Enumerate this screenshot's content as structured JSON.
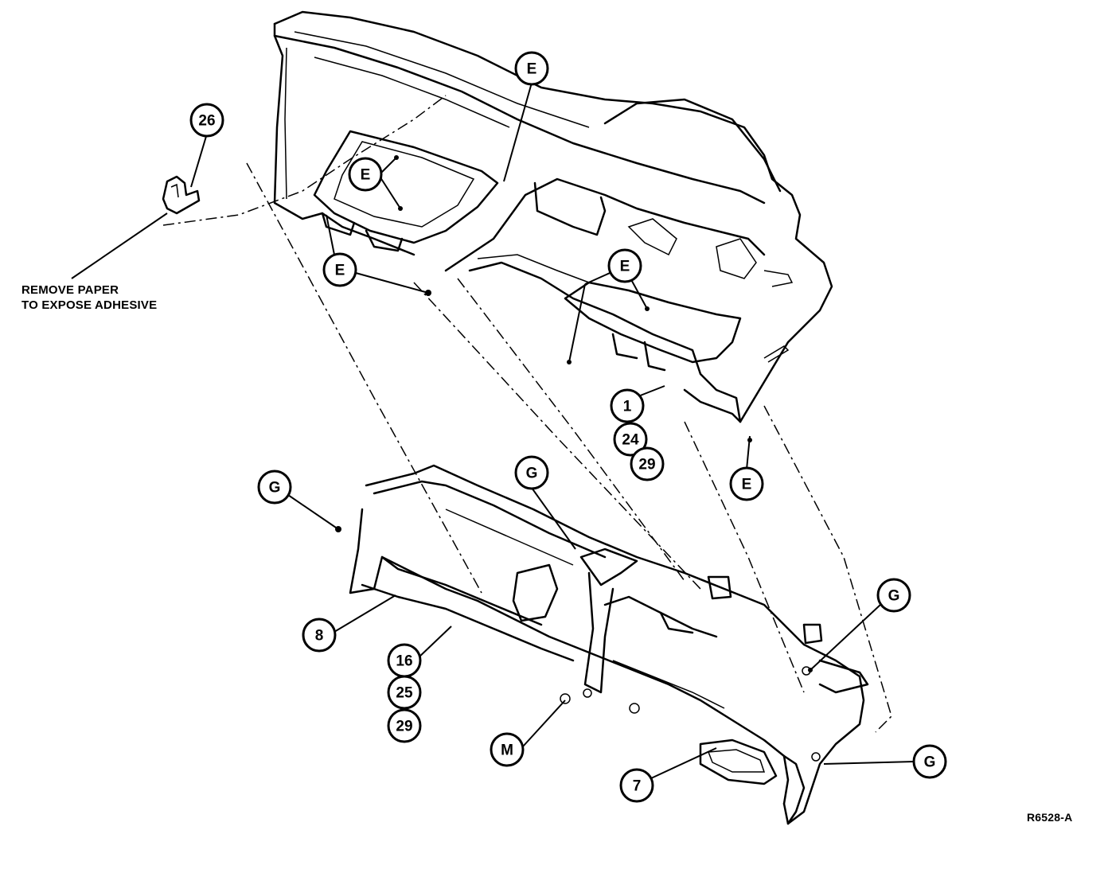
{
  "note": {
    "line1": "REMOVE PAPER",
    "line2": "TO EXPOSE ADHESIVE"
  },
  "figure_id": "R6528-A",
  "callouts": [
    {
      "id": "26",
      "label": "26"
    },
    {
      "id": "E-top",
      "label": "E"
    },
    {
      "id": "E-left-upper",
      "label": "E"
    },
    {
      "id": "E-left-lower",
      "label": "E"
    },
    {
      "id": "E-right",
      "label": "E"
    },
    {
      "id": "1",
      "label": "1"
    },
    {
      "id": "24",
      "label": "24"
    },
    {
      "id": "29-upper",
      "label": "29"
    },
    {
      "id": "E-bottom",
      "label": "E"
    },
    {
      "id": "G-left",
      "label": "G"
    },
    {
      "id": "G-center",
      "label": "G"
    },
    {
      "id": "G-right-upper",
      "label": "G"
    },
    {
      "id": "G-right-lower",
      "label": "G"
    },
    {
      "id": "8",
      "label": "8"
    },
    {
      "id": "16",
      "label": "16"
    },
    {
      "id": "25",
      "label": "25"
    },
    {
      "id": "29-lower",
      "label": "29"
    },
    {
      "id": "M",
      "label": "M"
    },
    {
      "id": "7",
      "label": "7"
    }
  ]
}
